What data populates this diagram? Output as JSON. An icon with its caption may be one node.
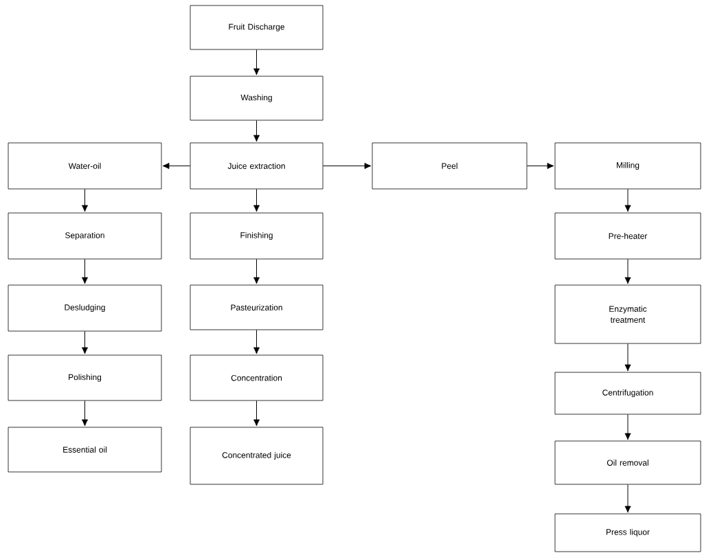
{
  "diagram": {
    "nodes": [
      {
        "text": [
          "Fruit Discharge"
        ]
      },
      {
        "text": [
          "Washing"
        ]
      },
      {
        "text": [
          "Water-oil"
        ]
      },
      {
        "text": [
          "Juice extraction"
        ]
      },
      {
        "text": [
          "Peel"
        ]
      },
      {
        "text": [
          "Milling"
        ]
      },
      {
        "text": [
          "Separation"
        ]
      },
      {
        "text": [
          "Finishing"
        ]
      },
      {
        "text": [
          "Pre-heater"
        ]
      },
      {
        "text": [
          "Desludging"
        ]
      },
      {
        "text": [
          "Pasteurization"
        ]
      },
      {
        "text": [
          "Enzymatic treatment"
        ]
      },
      {
        "text": [
          "Polishing"
        ]
      },
      {
        "text": [
          "Concentration"
        ]
      },
      {
        "text": [
          "Centrifugation"
        ]
      },
      {
        "text": [
          "Essential oil"
        ]
      },
      {
        "text": [
          "Concentrated juice"
        ]
      },
      {
        "text": [
          "Oil removal"
        ]
      },
      {
        "text": [
          "Press liquor"
        ]
      }
    ],
    "edges": [
      {
        "from": 0,
        "to": 1,
        "arrow": "to"
      },
      {
        "from": 1,
        "to": 3,
        "arrow": "to"
      },
      {
        "from": 3,
        "to": 2,
        "arrow": "to"
      },
      {
        "from": 3,
        "to": 4,
        "arrow": "to"
      },
      {
        "from": 4,
        "to": 5,
        "arrow": "to"
      },
      {
        "from": 2,
        "to": 6,
        "arrow": "to"
      },
      {
        "from": 6,
        "to": 9,
        "arrow": "to"
      },
      {
        "from": 9,
        "to": 12,
        "arrow": "to"
      },
      {
        "from": 12,
        "to": 15,
        "arrow": "to"
      },
      {
        "from": 3,
        "to": 7,
        "arrow": "to"
      },
      {
        "from": 7,
        "to": 10,
        "arrow": "to"
      },
      {
        "from": 10,
        "to": 13,
        "arrow": "to"
      },
      {
        "from": 13,
        "to": 16,
        "arrow": "to"
      },
      {
        "from": 5,
        "to": 8,
        "arrow": "to"
      },
      {
        "from": 8,
        "to": 11,
        "arrow": "to"
      },
      {
        "from": 11,
        "to": 14,
        "arrow": "to"
      },
      {
        "from": 14,
        "to": 17,
        "arrow": "to"
      },
      {
        "from": 17,
        "to": 18,
        "arrow": "to"
      }
    ]
  }
}
